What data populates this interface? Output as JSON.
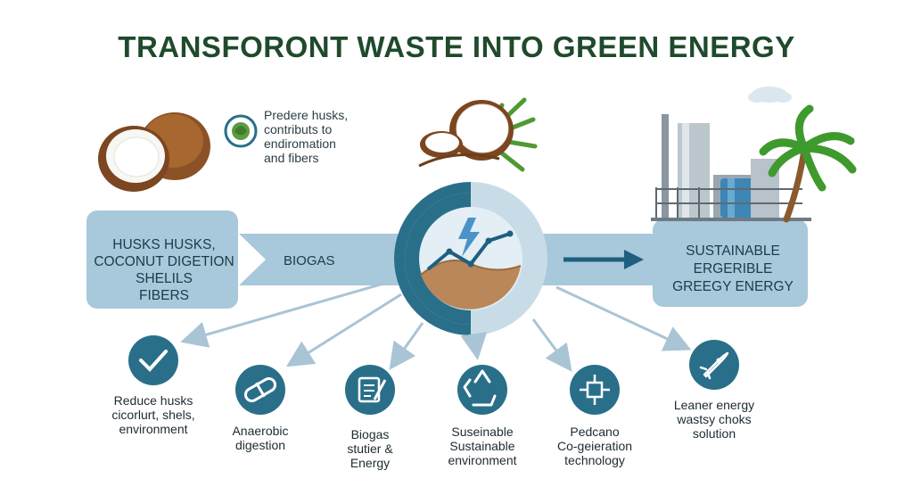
{
  "title": "TRANSFORONT WASTE INTO GREEN ENERGY",
  "note": {
    "lines": [
      "Predere husks,",
      "contributs to",
      "endiromation",
      "and fibers"
    ],
    "icon": "recycle-leaf-icon"
  },
  "input_box": {
    "lines": [
      "HUSKS HUSKS,",
      "COCONUT DIGETION",
      "SHELILS",
      "FIBERS"
    ]
  },
  "process_label": "BIOGAS",
  "output_box": {
    "lines": [
      "SUSTAINABLE",
      "ERGERIBLE",
      "GREEGY ENERGY"
    ]
  },
  "benefits": [
    {
      "lines": [
        "Reduce husks",
        "cicorlurt, shels,",
        "environment"
      ],
      "icon": "checkmark-icon"
    },
    {
      "lines": [
        "Anaerobic",
        "digestion"
      ],
      "icon": "pill-capsule-icon"
    },
    {
      "lines": [
        "Biogas",
        "stutier &",
        "Energy"
      ],
      "icon": "document-pen-icon"
    },
    {
      "lines": [
        "Suseinable",
        "Sustainable",
        "environment"
      ],
      "icon": "recycle-icon"
    },
    {
      "lines": [
        "Pedcano",
        "Co-geieration",
        "technology"
      ],
      "icon": "circuit-icon"
    },
    {
      "lines": [
        "Leaner energy",
        "wastsy choks",
        "solution"
      ],
      "icon": "rocket-icon"
    }
  ],
  "colors": {
    "title": "#1f4a2c",
    "box_fill": "#a8c8db",
    "teal": "#2a6f8a",
    "accent_blue": "#1f5f80"
  }
}
